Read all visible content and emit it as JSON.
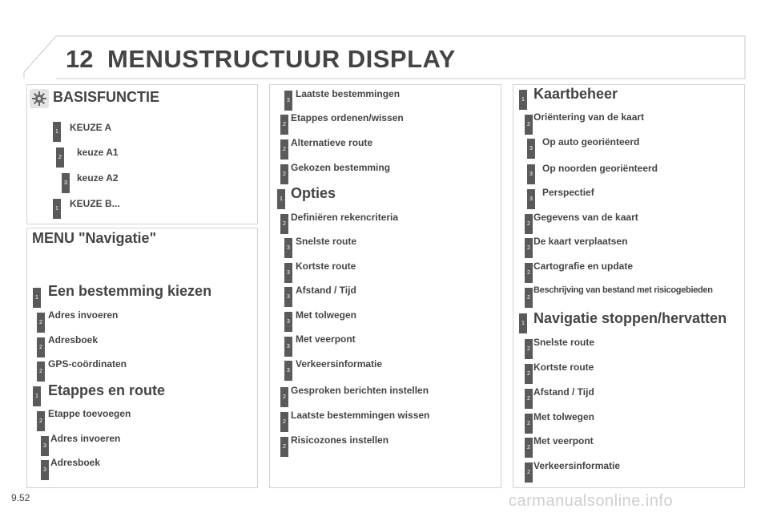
{
  "header": {
    "chapter": "12",
    "title": "MENUSTRUCTUUR DISPLAY"
  },
  "basisfunctie": {
    "heading": "BASISFUNCTIE",
    "items": [
      {
        "level": "1",
        "label": "KEUZE A"
      },
      {
        "level": "2",
        "label": "keuze A1"
      },
      {
        "level": "3",
        "label": "keuze A2"
      },
      {
        "level": "1",
        "label": "KEUZE B..."
      }
    ]
  },
  "navigatie": {
    "heading": "MENU \"Navigatie\"",
    "items": [
      {
        "level": "1",
        "label": "Een bestemming kiezen"
      },
      {
        "level": "2",
        "label": "Adres invoeren"
      },
      {
        "level": "2",
        "label": "Adresboek"
      },
      {
        "level": "2",
        "label": "GPS-coördinaten"
      },
      {
        "level": "1",
        "label": "Etappes en route"
      },
      {
        "level": "2",
        "label": "Etappe toevoegen"
      },
      {
        "level": "3",
        "label": "Adres invoeren"
      },
      {
        "level": "3",
        "label": "Adresboek"
      }
    ]
  },
  "middle": {
    "items": [
      {
        "level": "3",
        "label": "Laatste bestemmingen"
      },
      {
        "level": "2",
        "label": "Etappes ordenen/wissen"
      },
      {
        "level": "2",
        "label": "Alternatieve route"
      },
      {
        "level": "2",
        "label": "Gekozen bestemming"
      },
      {
        "level": "1",
        "label": "Opties"
      },
      {
        "level": "2",
        "label": "Definiëren rekencriteria"
      },
      {
        "level": "3",
        "label": "Snelste route"
      },
      {
        "level": "3",
        "label": "Kortste route"
      },
      {
        "level": "3",
        "label": "Afstand / Tijd"
      },
      {
        "level": "3",
        "label": "Met tolwegen"
      },
      {
        "level": "3",
        "label": "Met veerpont"
      },
      {
        "level": "3",
        "label": "Verkeersinformatie"
      },
      {
        "level": "2",
        "label": "Gesproken berichten instellen"
      },
      {
        "level": "2",
        "label": "Laatste bestemmingen wissen"
      },
      {
        "level": "2",
        "label": "Risicozones instellen"
      }
    ]
  },
  "right": {
    "items": [
      {
        "level": "1",
        "label": "Kaartbeheer"
      },
      {
        "level": "2",
        "label": "Oriëntering van de kaart"
      },
      {
        "level": "3",
        "label": "Op auto georiënteerd"
      },
      {
        "level": "3",
        "label": "Op noorden georiënteerd"
      },
      {
        "level": "3",
        "label": "Perspectief"
      },
      {
        "level": "2",
        "label": "Gegevens van de kaart"
      },
      {
        "level": "2",
        "label": "De kaart verplaatsen"
      },
      {
        "level": "2",
        "label": "Cartografie en update"
      },
      {
        "level": "2",
        "label": "Beschrijving van bestand met risicogebieden"
      },
      {
        "level": "1",
        "label": "Navigatie stoppen/hervatten"
      },
      {
        "level": "2",
        "label": "Snelste route"
      },
      {
        "level": "2",
        "label": "Kortste route"
      },
      {
        "level": "2",
        "label": "Afstand / Tijd"
      },
      {
        "level": "2",
        "label": "Met tolwegen"
      },
      {
        "level": "2",
        "label": "Met veerpont"
      },
      {
        "level": "2",
        "label": "Verkeersinformatie"
      }
    ]
  },
  "footer": {
    "page_number": "9.52",
    "watermark": "carmanualsonline.info"
  }
}
